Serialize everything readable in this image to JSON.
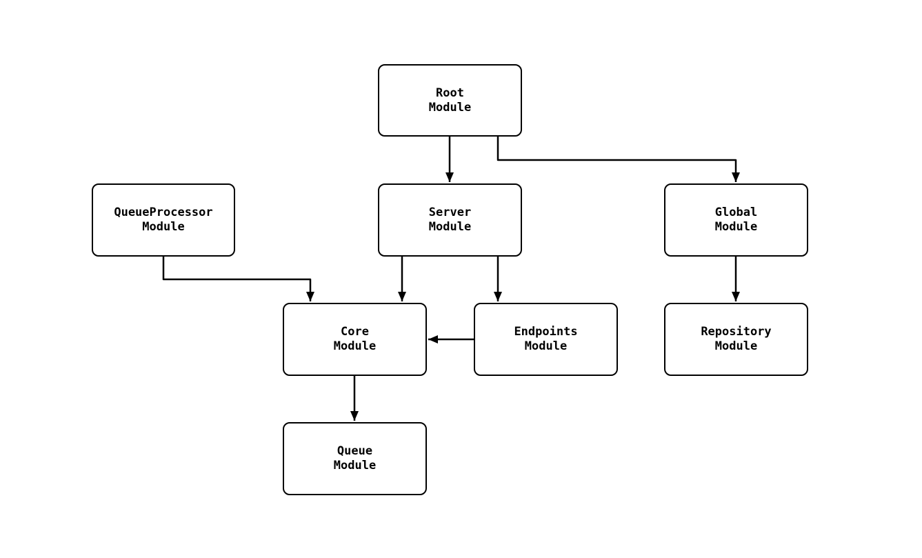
{
  "diagram": {
    "type": "flowchart",
    "nodes": [
      {
        "id": "root",
        "lines": [
          "Root",
          "Module"
        ]
      },
      {
        "id": "server",
        "lines": [
          "Server",
          "Module"
        ]
      },
      {
        "id": "global",
        "lines": [
          "Global",
          "Module"
        ]
      },
      {
        "id": "queueprocessor",
        "lines": [
          "QueueProcessor",
          "Module"
        ]
      },
      {
        "id": "core",
        "lines": [
          "Core",
          "Module"
        ]
      },
      {
        "id": "endpoints",
        "lines": [
          "Endpoints",
          "Module"
        ]
      },
      {
        "id": "repository",
        "lines": [
          "Repository",
          "Module"
        ]
      },
      {
        "id": "queue",
        "lines": [
          "Queue",
          "Module"
        ]
      }
    ],
    "edges": [
      {
        "from": "Root Module",
        "to": "Server Module"
      },
      {
        "from": "Root Module",
        "to": "Global Module"
      },
      {
        "from": "QueueProcessor Module",
        "to": "Core Module"
      },
      {
        "from": "Server Module",
        "to": "Core Module"
      },
      {
        "from": "Server Module",
        "to": "Endpoints Module"
      },
      {
        "from": "Endpoints Module",
        "to": "Core Module"
      },
      {
        "from": "Global Module",
        "to": "Repository Module"
      },
      {
        "from": "Core Module",
        "to": "Queue Module"
      }
    ],
    "colors": {
      "node_border": "#000000",
      "node_fill": "#ffffff",
      "edge": "#000000",
      "text": "#000000",
      "background": "#ffffff"
    }
  }
}
